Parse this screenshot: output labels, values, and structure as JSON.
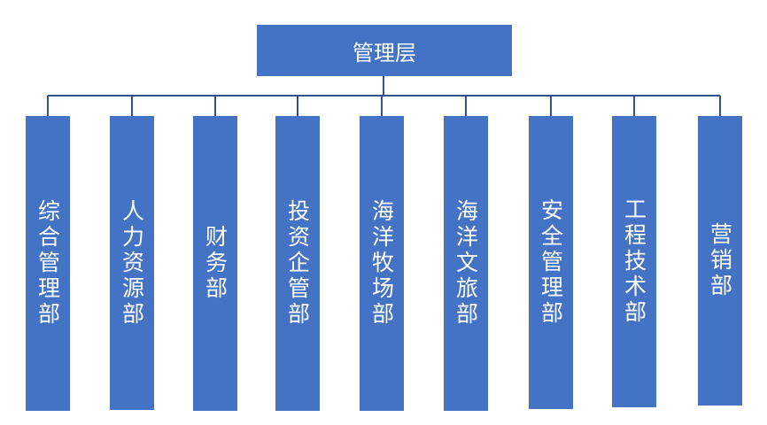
{
  "org_chart": {
    "root": {
      "label": "管理层"
    },
    "departments": [
      {
        "label": "综合管理部"
      },
      {
        "label": "人力资源部"
      },
      {
        "label": "财务部"
      },
      {
        "label": "投资企管部"
      },
      {
        "label": "海洋牧场部"
      },
      {
        "label": "海洋文旅部"
      },
      {
        "label": "安全管理部"
      },
      {
        "label": "工程技术部"
      },
      {
        "label": "营销部"
      }
    ],
    "colors": {
      "box_fill": "#4472C4",
      "connector": "#2F528F",
      "text": "#ffffff"
    }
  }
}
